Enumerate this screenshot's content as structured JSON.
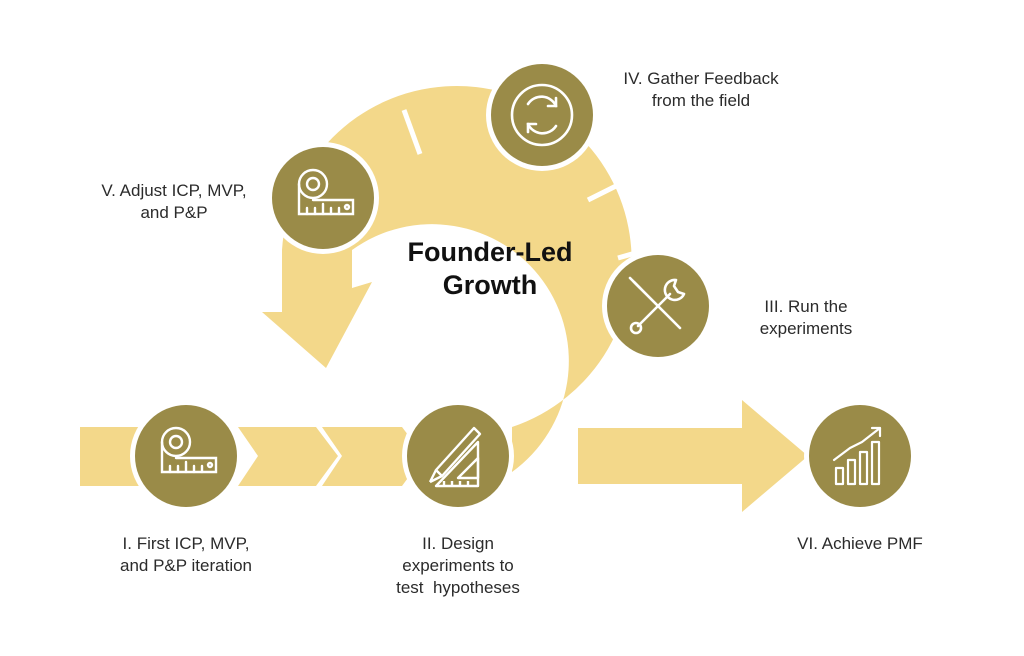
{
  "title": {
    "line1": "Founder-Led",
    "line2": "Growth"
  },
  "steps": [
    {
      "label_line1": "I. First ICP, MVP,",
      "label_line2": "and P&P iteration",
      "icon": "measuring-tape-icon"
    },
    {
      "label_line1": "II. Design",
      "label_line2": "experiments to",
      "label_line3": "test  hypotheses",
      "icon": "pencil-ruler-icon"
    },
    {
      "label_line1": "III. Run the",
      "label_line2": "experiments",
      "icon": "wrench-screwdriver-icon"
    },
    {
      "label_line1": "IV. Gather Feedback",
      "label_line2": "from the field",
      "icon": "refresh-cycle-icon"
    },
    {
      "label_line1": "V. Adjust ICP, MVP,",
      "label_line2": "and P&P",
      "icon": "measuring-tape-icon"
    },
    {
      "label_line1": "VI. Achieve PMF",
      "icon": "growth-bar-chart-icon"
    }
  ],
  "colors": {
    "arrow": "#f3d88a",
    "node": "#9a8b48",
    "node_ring": "#ffffff",
    "icon": "#ffffff",
    "text": "#2b2b2b"
  }
}
